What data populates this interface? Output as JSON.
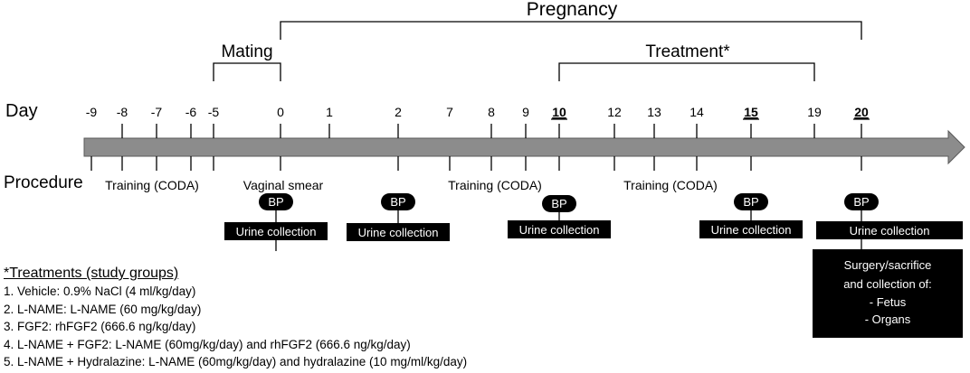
{
  "labels": {
    "pregnancy": "Pregnancy",
    "mating": "Mating",
    "treatment": "Treatment*",
    "day": "Day",
    "procedure": "Procedure"
  },
  "days": [
    {
      "label": "-9",
      "bold": false,
      "tick": "down"
    },
    {
      "label": "-8",
      "bold": false,
      "tick": "both"
    },
    {
      "label": "-7",
      "bold": false,
      "tick": "both"
    },
    {
      "label": "-6",
      "bold": false,
      "tick": "both"
    },
    {
      "label": "-5",
      "bold": false,
      "tick": "both"
    },
    {
      "label": "0",
      "bold": false,
      "tick": "both"
    },
    {
      "label": "1",
      "bold": false,
      "tick": "up"
    },
    {
      "label": "2",
      "bold": false,
      "tick": "both"
    },
    {
      "label": "7",
      "bold": false,
      "tick": "down"
    },
    {
      "label": "8",
      "bold": false,
      "tick": "both"
    },
    {
      "label": "9",
      "bold": false,
      "tick": "both"
    },
    {
      "label": "10",
      "bold": true,
      "tick": "both"
    },
    {
      "label": "12",
      "bold": false,
      "tick": "both"
    },
    {
      "label": "13",
      "bold": false,
      "tick": "both"
    },
    {
      "label": "14",
      "bold": false,
      "tick": "both"
    },
    {
      "label": "15",
      "bold": true,
      "tick": "both"
    },
    {
      "label": "19",
      "bold": false,
      "tick": "up"
    },
    {
      "label": "20",
      "bold": true,
      "tick": "both"
    }
  ],
  "procedures": {
    "training_1": "Training (CODA)",
    "training_2": "Training (CODA)",
    "training_3": "Training (CODA)",
    "vaginal_smear": "Vaginal smear",
    "bp": "BP",
    "urine_collection": "Urine collection",
    "surgery": [
      "Surgery/sacrifice",
      "and collection of:",
      "- Fetus",
      "- Organs"
    ]
  },
  "treatments": {
    "heading": "*Treatments (study groups)",
    "items": [
      "1. Vehicle: 0.9% NaCl (4 ml/kg/day)",
      "2. L-NAME: L-NAME (60 mg/kg/day)",
      "3. FGF2: rhFGF2 (666.6 ng/kg/day)",
      "4. L-NAME + FGF2: L-NAME (60mg/kg/day) and rhFGF2 (666.6 ng/kg/day)",
      "5. L-NAME + Hydralazine: L-NAME (60mg/kg/day) and hydralazine (10 mg/ml/kg/day)"
    ]
  },
  "colors": {
    "arrow_fill": "#8c8c8c",
    "arrow_stroke": "#5a5a5a",
    "box_fill": "#000000",
    "box_text": "#ffffff"
  }
}
